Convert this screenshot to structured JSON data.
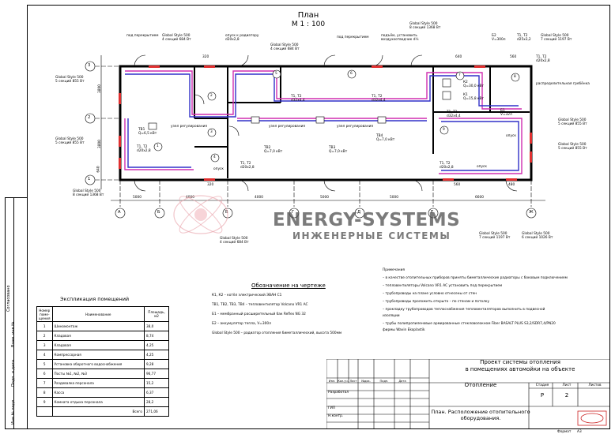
{
  "plan": {
    "title": "План",
    "scale": "М 1 : 100"
  },
  "axes": {
    "letters": [
      "А",
      "Б",
      "В",
      "Г",
      "Д",
      "Е",
      "Ж"
    ],
    "numbers": [
      "1",
      "2",
      "3"
    ],
    "spans": [
      "5000",
      "4000",
      "4000",
      "5000",
      "5000",
      "6600"
    ],
    "heights": [
      "3800",
      "3800",
      "640"
    ],
    "extra": [
      "320",
      "640",
      "560",
      "480",
      "560",
      "480",
      "320"
    ]
  },
  "rooms": [
    "1",
    "2",
    "3",
    "4",
    "5",
    "6",
    "7",
    "8",
    "9"
  ],
  "labels": {
    "pod_perekr_1": "под перекрытием",
    "gs500_4_684_top": "Global Style 500\n4 секций 684 Вт",
    "opusk_radiator": "опуск к радиатору\nd20х2,8",
    "gs500_4_684_mid": "Global Style 500\n4 секций 684 Вт",
    "pod_perekr_top": "под перекрытием",
    "podem": "подъём, установить\nвоздухоотводчик d¼",
    "gs500_8_1368_top": "Global Style 500\n8 секций 1368 Вт",
    "b2": "Б2\nV=300л",
    "t1t2_d25": "Т1, Т2\nd25х3,2",
    "gs500_7_1197_top": "Global Style 500\n7 секций 1197 Вт",
    "t1t2_d20_tr": "Т1, Т2\nd20х2,8",
    "raspr_grebenka": "распределительная гребёнка",
    "gs500_5_855_left": "Global Style 500\n5 секций 855 Вт",
    "gs500_5_855_left2": "Global Style 500\n5 секций 855 Вт",
    "gs500_5_855_right": "Global Style 500\n5 секций 855 Вт",
    "gs500_5_855_right2": "Global Style 500\n5 секций 855 Вт",
    "gs500_8_1368_left": "Global Style 500\n8 секций 1368 Вт",
    "tv1": "ТВ1\nQ=6,5 кВт",
    "tv2": "ТВ2\nQ=7,0 кВт",
    "tv3": "ТВ3\nQ=7,0 кВт",
    "tv4": "ТВ4\nQ=7,0 кВт",
    "k1": "К1\nQ=15,8 кВт",
    "k2": "К2\nQ=30,0 кВт",
    "b1": "Б1\nV=32л",
    "uzel": "узел регулирования",
    "opusk": "опуск",
    "gs500_4_684_bot": "Global Style 500\n4 секций 684 Вт",
    "gs500_7_1197_bot": "Global Style 500\n7 секций 1197 Вт",
    "gs500_6_1026_bot": "Global Style 500\n6 секций 1026 Вт",
    "t1t2_d32": "Т1, Т2\nd32х4,4",
    "t1t2_d20": "Т1, Т2\nd20х2,8"
  },
  "watermark": {
    "name": "ENERGY-SYSTEMS",
    "sub": "ИНЖЕНЕРНЫЕ СИСТЕМЫ"
  },
  "legend": {
    "title": "Обозначение на чертеже",
    "lines": [
      "К1, К2  –  котёл электрический ЭВАН С1",
      "ТВ1, ТВ2, ТВ3, ТВ4  –  тепловентилятор Volcano VR1 AC",
      "Б1  –  мембранный расширительный бак Reflex NG 32",
      "Б2  –  аккумулятор тепла, V=300л",
      "Global Style 500  –  радиатор отопления биметаллический, высота 500мм"
    ]
  },
  "notes": {
    "title": "Примечания",
    "lines": [
      "– в качестве отопительных приборов приняты биметаллические радиаторы с боковым подключением",
      "– тепловентиляторы Volcano VR1 AC установить под перекрытием",
      "– трубопроводы на плане условно отнесены от стен",
      "– трубопроводы проложить открыто – по стенам и потолку",
      "– прокладку трубопроводов теплоснабжения тепловентиляторов выполнить в подвесной",
      "   изоляции",
      "– трубы полипропиленовые армированные стекловолокном Fiber BASALT PLUS  S3,2/SDR7,4/PN20",
      "   фирмы Wavin Ekoplastik"
    ]
  },
  "explication": {
    "title": "Экспликация помещений",
    "headers": [
      "Номер поме-щения",
      "Наименование",
      "Площадь, м2"
    ],
    "rows": [
      [
        "1",
        "Шиномонтаж",
        "38,0"
      ],
      [
        "2",
        "Кладовая",
        "8,74"
      ],
      [
        "3",
        "Кладовая",
        "4,25"
      ],
      [
        "4",
        "Компрессорная",
        "4,25"
      ],
      [
        "5",
        "Установка оборотного водоснабжения",
        "9,28"
      ],
      [
        "6",
        "Посты №1, №2, №3",
        "96,77"
      ],
      [
        "7",
        "Раздевалка персонала",
        "15,2"
      ],
      [
        "8",
        "Касса",
        "6,37"
      ],
      [
        "9",
        "Комната отдыха персонала",
        "28,2"
      ]
    ],
    "total_label": "Всего",
    "total": "271,06"
  },
  "stamp": {
    "project": "Проект системы отопления\nв помещениях автомойки на объекте",
    "section": "Отопление",
    "sheet_title": "План. Расположение отопительного\nоборудования.",
    "h_stage": "Стадия",
    "h_sheet": "Лист",
    "h_sheets": "Листов",
    "stage": "Р",
    "sheet": "2",
    "sheets": "",
    "cols": [
      "Изм.",
      "Кол.уч.",
      "Лист",
      "№док.",
      "Подп.",
      "Дата"
    ],
    "roles": [
      "Разработал",
      "",
      "ГИП",
      "Н.контр."
    ],
    "format_label": "Формат",
    "format": "А3"
  },
  "side": [
    "Согласовано",
    "Взам. инв.№",
    "Подп. и дата",
    "Инв.№ подл."
  ]
}
